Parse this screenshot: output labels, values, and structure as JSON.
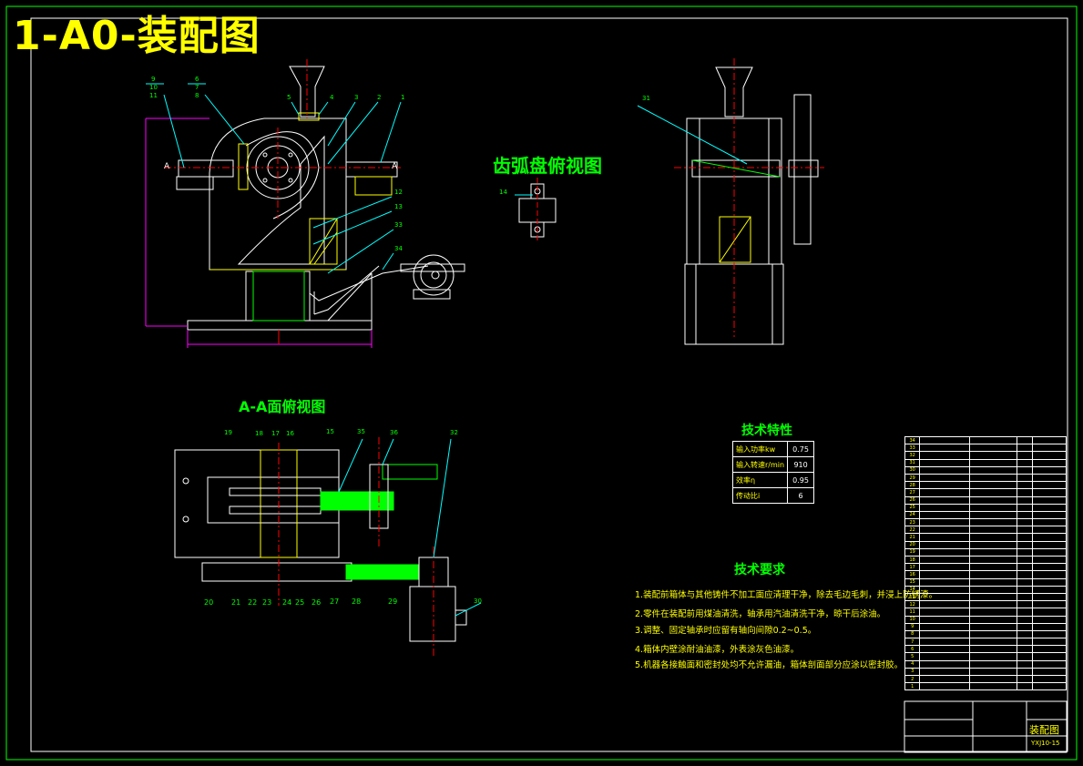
{
  "drawing": {
    "sheet_title": "1-A0-装配图",
    "views": {
      "arc_plate_top": "齿弧盘俯视图",
      "section_aa_top": "A-A面俯视图"
    },
    "section_marks": [
      "A",
      "A"
    ],
    "part_labels_front": [
      "9",
      "10",
      "11",
      "6",
      "7",
      "8",
      "5",
      "4",
      "3",
      "2",
      "1",
      "12",
      "13",
      "33",
      "34"
    ],
    "part_labels_side": [
      "31"
    ],
    "part_labels_arc": [
      "14"
    ],
    "part_labels_section_top": [
      "19",
      "18",
      "17",
      "16",
      "15",
      "35",
      "36",
      "32"
    ],
    "part_labels_section_bottom": [
      "20",
      "21",
      "22",
      "23",
      "24",
      "25",
      "26",
      "27",
      "28",
      "29",
      "30"
    ],
    "tech_spec": {
      "title": "技术特性",
      "rows": [
        {
          "label": "输入功率kw",
          "value": "0.75"
        },
        {
          "label": "输入转速r/min",
          "value": "910"
        },
        {
          "label": "效率η",
          "value": "0.95"
        },
        {
          "label": "传动比i",
          "value": "6"
        }
      ]
    },
    "tech_requirements": {
      "title": "技术要求",
      "items": [
        "1.装配前箱体与其他铸件不加工面应清理干净，除去毛边毛刺，并浸上防锈漆。",
        "2.零件在装配前用煤油清洗，轴承用汽油清洗干净，晾干后涂油。",
        "3.调整、固定轴承时应留有轴向间隙0.2~0.5。",
        "4.箱体内壁涂耐油油漆，外表涂灰色油漆。",
        "5.机器各接触面和密封处均不允许漏油，箱体剖面部分应涂以密封胶。"
      ]
    },
    "title_block": {
      "name": "装配图",
      "code": "YXJ10-15"
    },
    "bom_numbers": [
      "34",
      "33",
      "32",
      "31",
      "30",
      "29",
      "28",
      "27",
      "26",
      "25",
      "24",
      "23",
      "22",
      "21",
      "20",
      "19",
      "18",
      "17",
      "16",
      "15",
      "14",
      "13",
      "12",
      "11",
      "10",
      "9",
      "8",
      "7",
      "6",
      "5",
      "4",
      "3",
      "2",
      "1"
    ],
    "colors": {
      "outline": "#ffffff",
      "part": "#00ff00",
      "section_hatch": "#ffff00",
      "center_line": "#ff0000",
      "dimension": "#ff00ff",
      "leader": "#00ffff",
      "highlight": "#00ff00"
    }
  }
}
